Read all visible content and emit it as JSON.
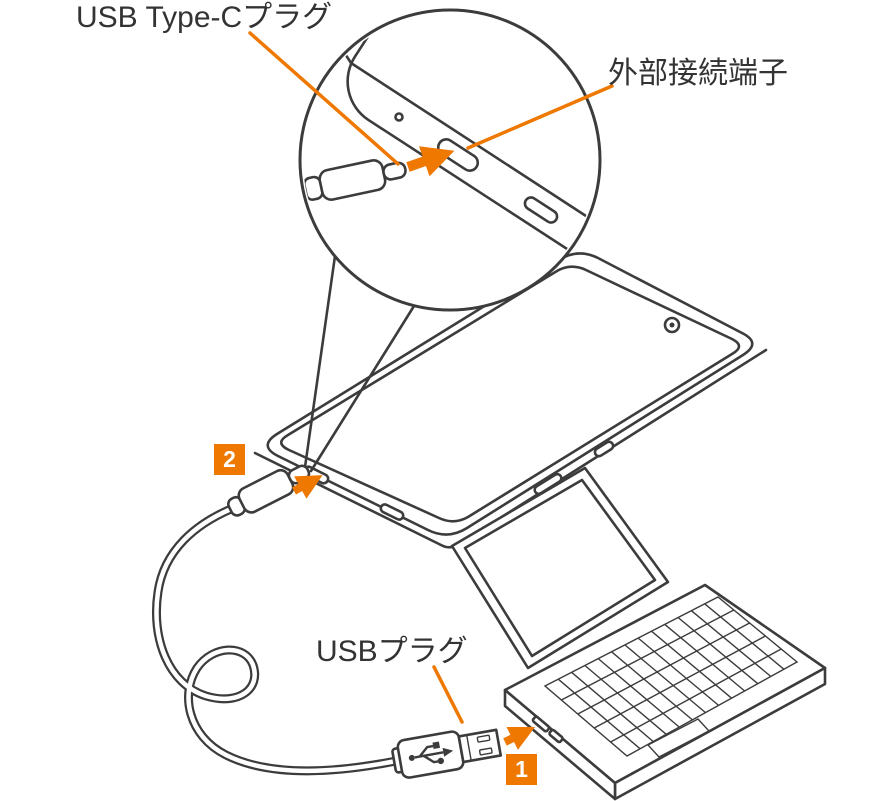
{
  "diagram": {
    "labels": {
      "type_c_plug": "USB Type-Cプラグ",
      "external_terminal": "外部接続端子",
      "usb_plug": "USBプラグ"
    },
    "badges": {
      "phone_step": "2",
      "laptop_step": "1"
    },
    "colors": {
      "accent": "#EE7800",
      "line": "#3C3C3C",
      "text": "#333333",
      "badge_text": "#FFFFFF",
      "background": "#FFFFFF"
    }
  }
}
